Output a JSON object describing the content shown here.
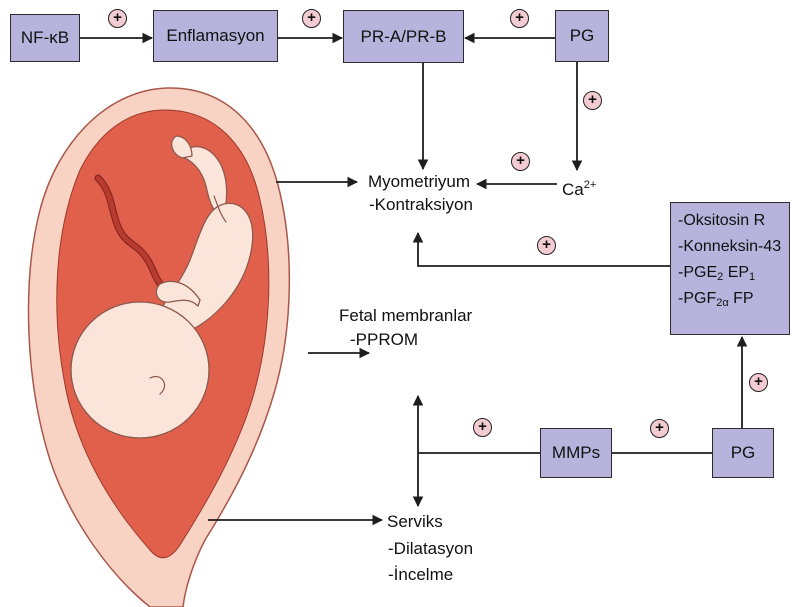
{
  "colors": {
    "box_fill": "#b7b3dc",
    "box_border": "#2b2b2b",
    "plus_fill": "#f3cbd2",
    "uterus_wall": "#f8d3c4",
    "uterus_outline": "#a8584a",
    "uterus_cavity": "#e1604c",
    "fetus_skin": "#fbe4da",
    "umbilical_cord": "#b93a2f",
    "arrow": "#1e1e1e"
  },
  "plus_sign": "+",
  "top_row": {
    "nfkb": "NF-κB",
    "inflammation": "Enflamasyon",
    "progesterone_receptor": "PR-A/PR-B",
    "prostaglandin": "PG"
  },
  "calcium": {
    "symbol": "Ca",
    "charge": "2+"
  },
  "myometrium": {
    "title": "Myometriyum",
    "effect": "-Kontraksiyon"
  },
  "receptor_box": {
    "oxytocin": "-Oksitosin R",
    "connexin": "-Konneksin-43",
    "pge": {
      "prefix": "-PGE",
      "sub": "2",
      "mid": " EP",
      "sub2": "1"
    },
    "pgf": {
      "prefix": "-PGF",
      "sub": "2α",
      "suffix": " FP"
    }
  },
  "fetal_membranes": {
    "title": "Fetal membranlar",
    "effect": "-PPROM"
  },
  "bottom_row": {
    "mmps": "MMPs",
    "prostaglandin": "PG"
  },
  "cervix": {
    "title": "Serviks",
    "effects": [
      "-Dilatasyon",
      "-İncelme"
    ]
  }
}
